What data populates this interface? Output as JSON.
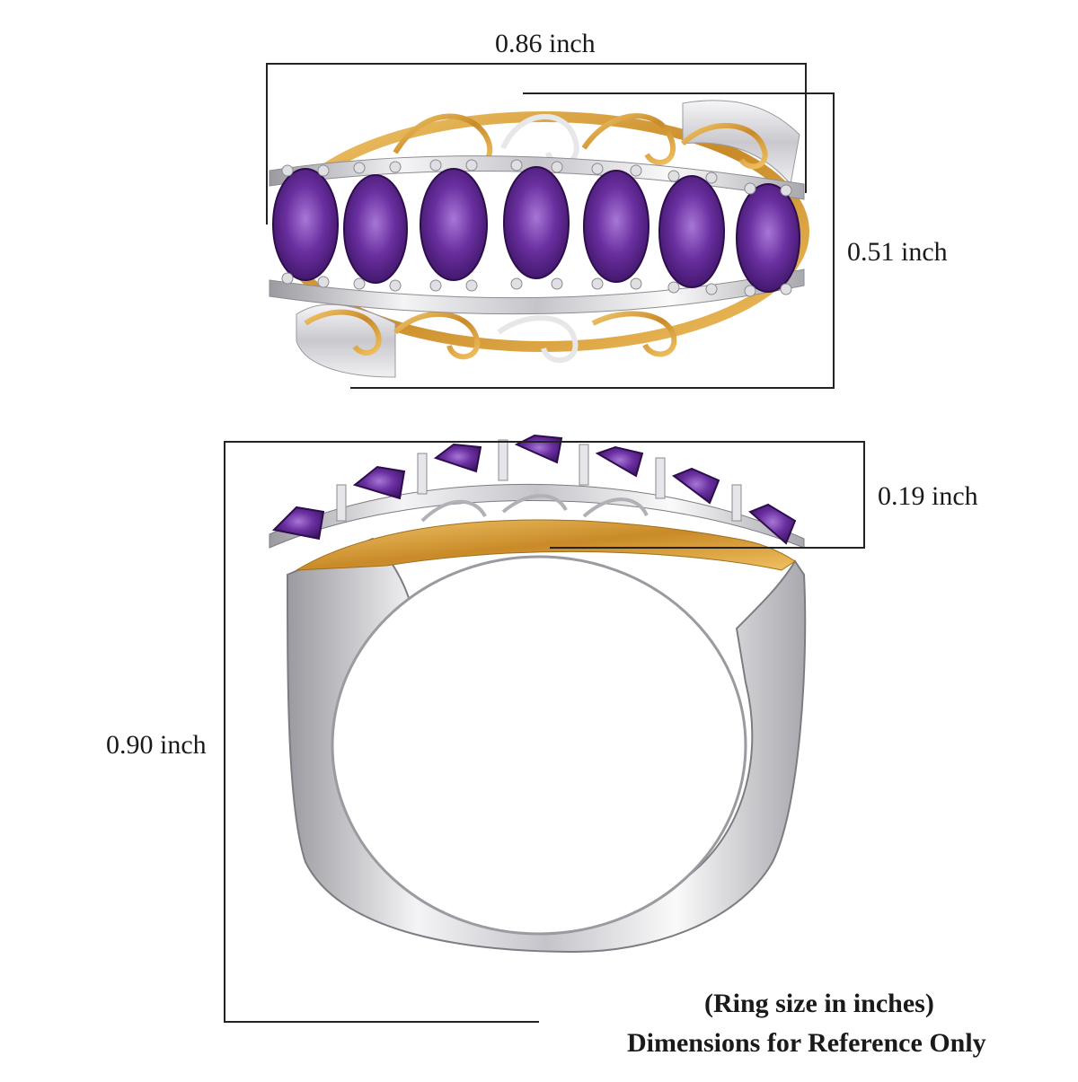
{
  "dimensions": {
    "top_width": "0.86 inch",
    "top_height": "0.51 inch",
    "side_height": "0.19 inch",
    "overall_height": "0.90 inch"
  },
  "notes": {
    "line1": "(Ring size in inches)",
    "line2": "Dimensions for Reference Only"
  },
  "colors": {
    "amethyst": "#5b2a86",
    "amethyst_light": "#8e5cc2",
    "gold": "#d29a3a",
    "silver": "#d8d8dc",
    "frame": "#222222"
  }
}
